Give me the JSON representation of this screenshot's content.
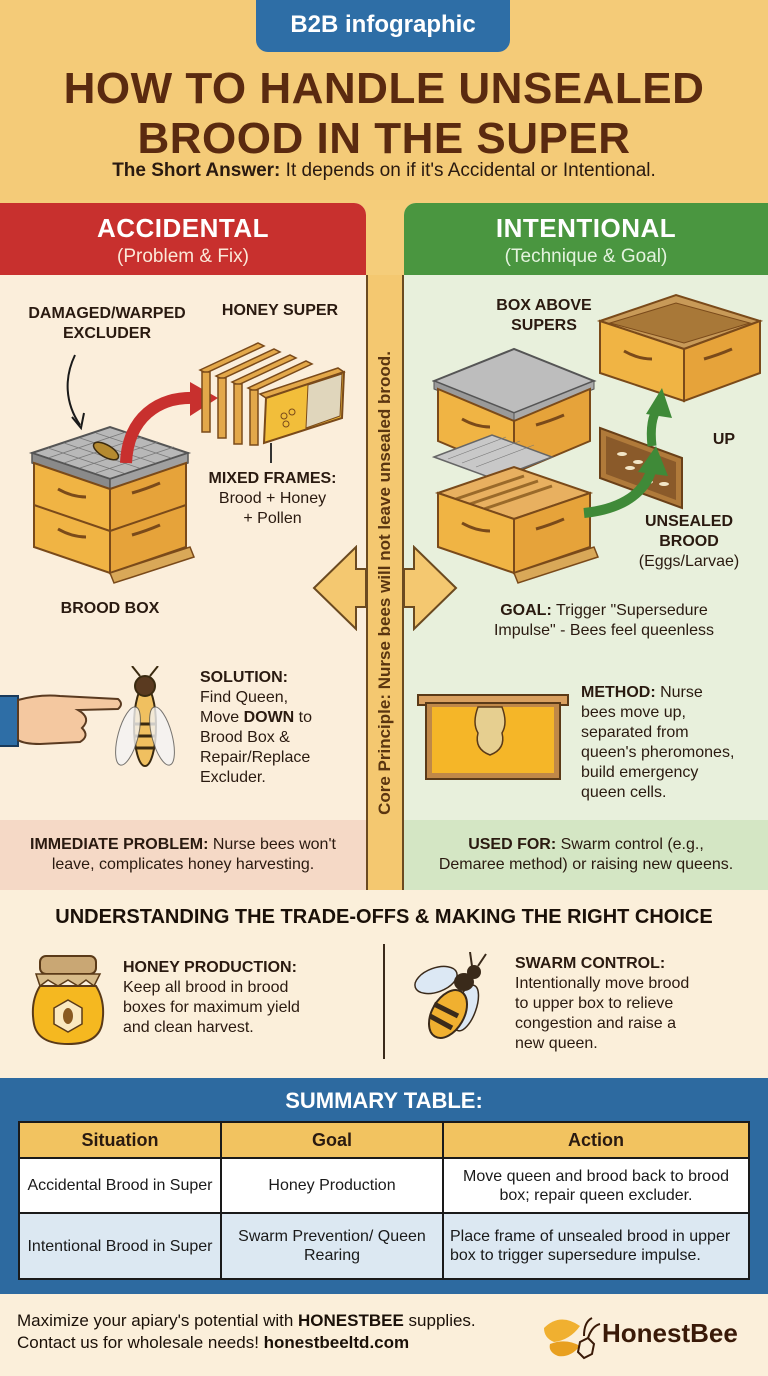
{
  "header": {
    "badge": "B2B infographic",
    "title_line1": "HOW TO HANDLE UNSEALED",
    "title_line2": "BROOD IN THE SUPER",
    "short_label": "The Short Answer:",
    "short_text": " It depends on if it's Accidental or Intentional."
  },
  "colors": {
    "background": "#f4cb78",
    "badge": "#2e6ea6",
    "title": "#5a2a10",
    "accidental": "#c8302e",
    "intentional": "#4a9640",
    "summary": "#2d6aa0",
    "table_header": "#f2c360"
  },
  "accidental": {
    "heading": "ACCIDENTAL",
    "subheading": "(Problem & Fix)",
    "label_excluder_1": "DAMAGED/WARPED",
    "label_excluder_2": "EXCLUDER",
    "label_super": "HONEY SUPER",
    "mixed_label": "MIXED FRAMES:",
    "mixed_1": "Brood + Honey",
    "mixed_2": "+ Pollen",
    "brood_box": "BROOD BOX",
    "solution_label": "SOLUTION:",
    "solution_1": "Find Queen,",
    "solution_2a": "Move ",
    "solution_2b": "DOWN",
    "solution_2c": " to",
    "solution_3": "Brood Box &",
    "solution_4": "Repair/Replace",
    "solution_5": "Excluder.",
    "problem_label": "IMMEDIATE PROBLEM:",
    "problem_1": " Nurse bees won't",
    "problem_2": "leave, complicates honey harvesting."
  },
  "divider": {
    "text": "Core Principle: Nurse bees will not leave unsealed brood."
  },
  "intentional": {
    "heading": "INTENTIONAL",
    "subheading": "(Technique & Goal)",
    "box_above_1": "BOX ABOVE",
    "box_above_2": "SUPERS",
    "up": "UP",
    "unsealed_1": "UNSEALED",
    "unsealed_2": "BROOD",
    "unsealed_3": "(Eggs/Larvae)",
    "goal_label": "GOAL:",
    "goal_1": " Trigger \"Supersedure",
    "goal_2": "Impulse\" - Bees feel queenless",
    "method_label": "METHOD:",
    "method_1": " Nurse",
    "method_2": "bees move up,",
    "method_3": "separated from",
    "method_4": "queen's pheromones,",
    "method_5": "build emergency",
    "method_6": "queen cells.",
    "used_label": "USED FOR:",
    "used_1": " Swarm control (e.g.,",
    "used_2": "Demaree method) or raising new queens."
  },
  "tradeoffs": {
    "heading": "UNDERSTANDING THE TRADE-OFFS & MAKING THE RIGHT CHOICE",
    "honey_label": "HONEY PRODUCTION:",
    "honey_1": "Keep all brood in brood",
    "honey_2": "boxes for maximum yield",
    "honey_3": "and clean harvest.",
    "swarm_label": "SWARM CONTROL:",
    "swarm_1": "Intentionally move brood",
    "swarm_2": "to upper box to relieve",
    "swarm_3": "congestion and raise a",
    "swarm_4": "new queen."
  },
  "summary": {
    "heading": "SUMMARY TABLE:",
    "columns": [
      "Situation",
      "Goal",
      "Action"
    ],
    "rows": [
      [
        "Accidental Brood in Super",
        "Honey Production",
        "Move queen and brood back to brood box; repair queen excluder."
      ],
      [
        "Intentional Brood in Super",
        "Swarm Prevention/ Queen Rearing",
        "Place frame of unsealed brood in upper box to trigger supersedure impulse."
      ]
    ]
  },
  "footer": {
    "line1a": "Maximize your apiary's potential with ",
    "line1b": "HONESTBEE",
    "line1c": " supplies.",
    "line2a": "Contact us for wholesale needs! ",
    "line2b": "honestbeeltd.com",
    "logo_text": "HonestBee"
  }
}
